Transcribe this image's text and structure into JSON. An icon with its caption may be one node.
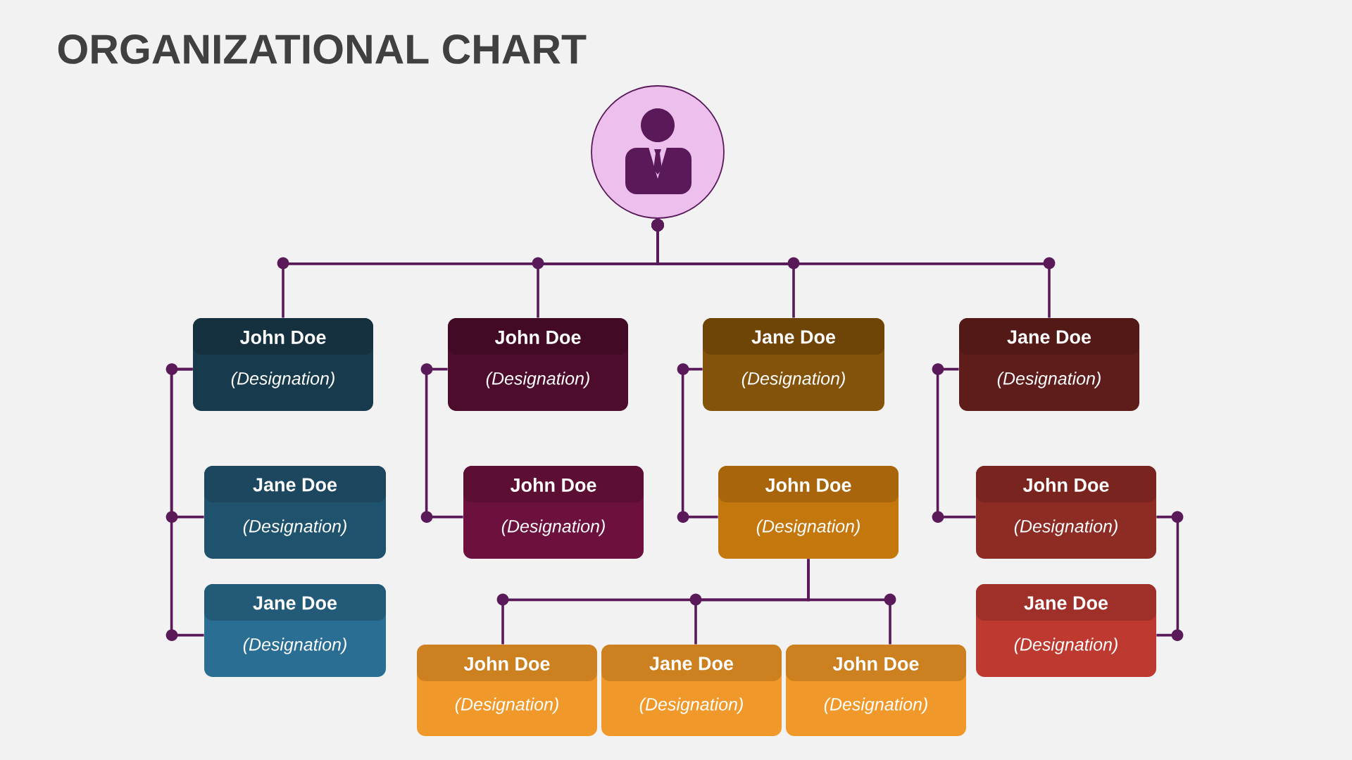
{
  "diagram": {
    "title": "ORGANIZATIONAL CHART",
    "nodes": [
      {
        "text": [],
        "shape": "circle"
      },
      {
        "text": [
          "John Doe",
          "(Designation)"
        ]
      },
      {
        "text": [
          "John Doe",
          "(Designation)"
        ]
      },
      {
        "text": [
          "Jane Doe",
          "(Designation)"
        ]
      },
      {
        "text": [
          "Jane Doe",
          "(Designation)"
        ]
      },
      {
        "text": [
          "Jane Doe",
          "(Designation)"
        ]
      },
      {
        "text": [
          "Jane Doe",
          "(Designation)"
        ]
      },
      {
        "text": [
          "John Doe",
          "(Designation)"
        ]
      },
      {
        "text": [
          "John Doe",
          "(Designation)"
        ]
      },
      {
        "text": [
          "John Doe",
          "(Designation)"
        ]
      },
      {
        "text": [
          "Jane Doe",
          "(Designation)"
        ]
      },
      {
        "text": [
          "John Doe",
          "(Designation)"
        ]
      },
      {
        "text": [
          "John Doe",
          "(Designation)"
        ]
      },
      {
        "text": [
          "Jane Doe",
          "(Designation)"
        ]
      }
    ],
    "edges": [
      {
        "from": 0,
        "to": 1,
        "arrow": "other"
      },
      {
        "from": 0,
        "to": 2,
        "arrow": "other"
      },
      {
        "from": 0,
        "to": 3,
        "arrow": "other"
      },
      {
        "from": 0,
        "to": 4,
        "arrow": "other"
      },
      {
        "from": 1,
        "to": 5,
        "arrow": "none"
      },
      {
        "from": 1,
        "to": 6,
        "arrow": "none"
      },
      {
        "from": 2,
        "to": 7,
        "arrow": "none"
      },
      {
        "from": 3,
        "to": 8,
        "arrow": "none"
      },
      {
        "from": 8,
        "to": 9,
        "arrow": "none"
      },
      {
        "from": 8,
        "to": 10,
        "arrow": "none"
      },
      {
        "from": 8,
        "to": 11,
        "arrow": "none"
      },
      {
        "from": 4,
        "to": 12,
        "arrow": "none"
      },
      {
        "from": 12,
        "to": 13,
        "arrow": "none"
      }
    ]
  }
}
